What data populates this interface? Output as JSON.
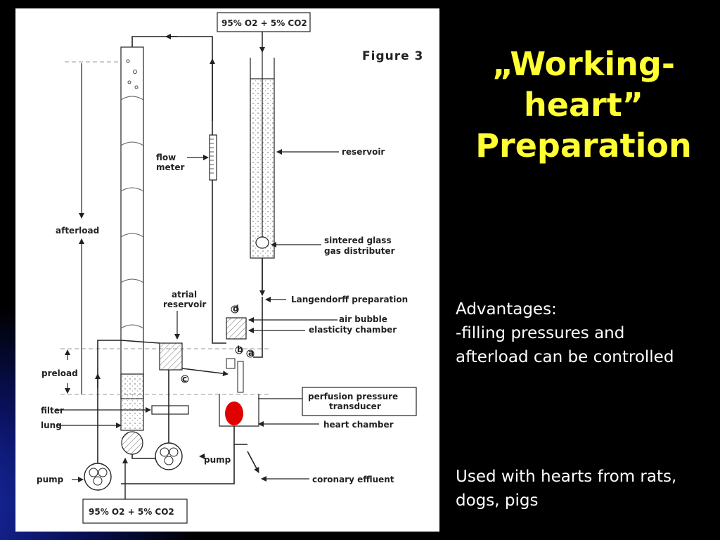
{
  "slide": {
    "title_lines": [
      "„Working-",
      "heart”",
      "Preparation"
    ],
    "advantages": {
      "heading": "Advantages:",
      "lines": [
        "-filling pressures and",
        "afterload can be controlled"
      ]
    },
    "usage_lines": [
      "Used with hearts from rats,",
      "dogs, pigs"
    ]
  },
  "figure": {
    "title": "Figure 3",
    "gas_top": "95% O2 + 5% CO2",
    "gas_bottom": "95% O2 + 5% CO2",
    "labels": {
      "flow_meter": [
        "flow",
        "meter"
      ],
      "reservoir": "reservoir",
      "sintered": [
        "sintered glass",
        "gas distributer"
      ],
      "afterload": "afterload",
      "atrial_reservoir": [
        "atrial",
        "reservoir"
      ],
      "langendorff": "Langendorff preparation",
      "air_bubble": [
        "air bubble",
        "elasticity chamber"
      ],
      "preload": "preload",
      "perfusion": [
        "perfusion pressure",
        "transducer"
      ],
      "filter": "filter",
      "lung": "lung",
      "heart_chamber": "heart chamber",
      "pump_left": "pump",
      "pump_mid": "pump",
      "coronary": "coronary effluent",
      "valve_a": "a",
      "valve_b": "b",
      "valve_c": "c",
      "valve_d": "d"
    },
    "colors": {
      "heart": "#e00000",
      "ink": "#222222"
    }
  }
}
